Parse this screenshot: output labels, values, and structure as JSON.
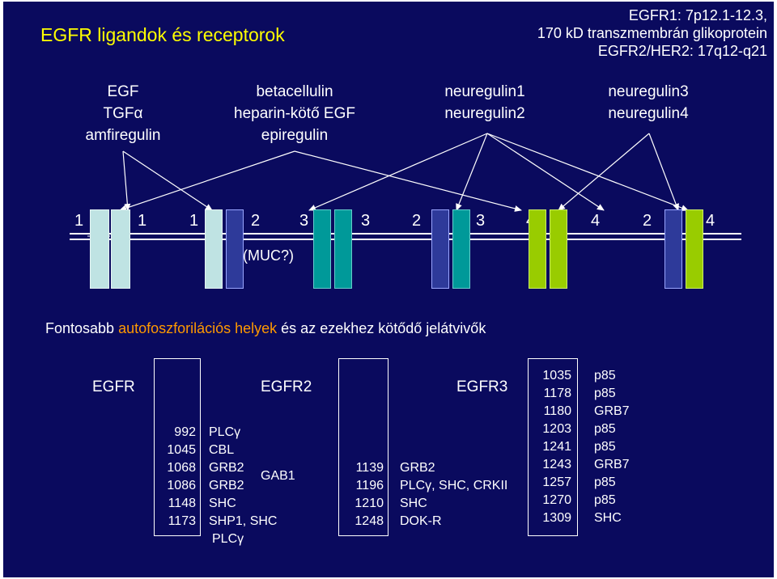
{
  "title": "EGFR ligandok és receptorok",
  "egfr_info": [
    "EGFR1: 7p12.1-12.3,",
    "170 kD transzmembrán glikoprotein",
    "EGFR2/HER2: 17q12-q21"
  ],
  "ligand_groups": [
    [
      "EGF",
      "TGFα",
      "amfiregulin"
    ],
    [
      "betacellulin",
      "heparin-kötő EGF",
      "epiregulin"
    ],
    [
      "neuregulin1",
      "neuregulin2"
    ],
    [
      "neuregulin3",
      "neuregulin4"
    ]
  ],
  "receptor_numbers": [
    "1",
    "1",
    "1",
    "2",
    "3",
    "3",
    "2",
    "3",
    "4",
    "4",
    "2",
    "4"
  ],
  "muc_label": "(MUC?)",
  "colors": {
    "background": "#0a0a5e",
    "egfr1": "#bfe3e3",
    "egfr2": "#2e3a9a",
    "egfr3": "#009999",
    "egfr4": "#99cc00",
    "highlight": "#ff9900",
    "title": "#ffff00"
  },
  "subtitle": {
    "prefix": "Fontosabb ",
    "highlight": "autofoszforilációs helyek",
    "suffix": " és az ezekhez kötődő jelátvivők"
  },
  "table": {
    "egfr_label": "EGFR",
    "egfr2_label": "EGFR2",
    "egfr3_label": "EGFR3",
    "egfr_sites": [
      "992",
      "1045",
      "1068",
      "1086",
      "1148",
      "1173"
    ],
    "egfr_partners": [
      "PLCγ",
      "CBL",
      "GRB2",
      "GRB2",
      "SHC",
      "SHP1, SHC",
      "PLCγ"
    ],
    "gab1": "GAB1",
    "egfr2_sites": [
      "1139",
      "1196",
      "1210",
      "1248"
    ],
    "egfr2_partners": [
      "GRB2",
      "PLCγ, SHC, CRKII",
      "SHC",
      "DOK-R"
    ],
    "egfr3_sites": [
      "1035",
      "1178",
      "1180",
      "1203",
      "1241",
      "1243",
      "1257",
      "1270",
      "1309"
    ],
    "egfr3_partners": [
      "p85",
      "p85",
      "GRB7",
      "p85",
      "p85",
      "GRB7",
      "p85",
      "p85",
      "SHC"
    ]
  }
}
